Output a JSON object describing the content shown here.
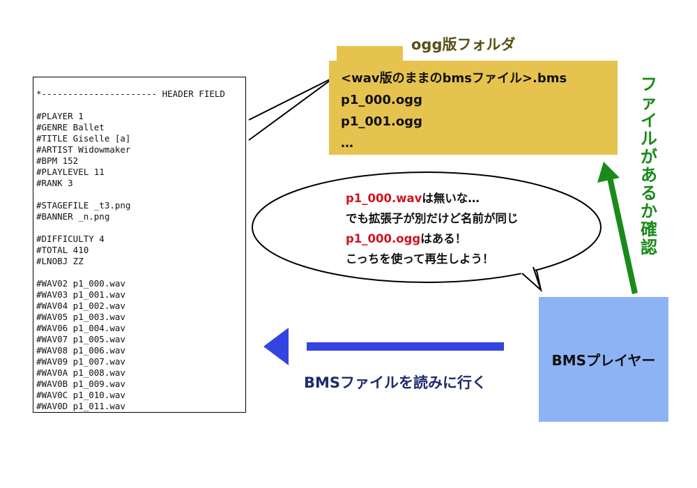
{
  "bms_file": {
    "lines": [
      "*---------------------- HEADER FIELD",
      "",
      "#PLAYER 1",
      "#GENRE Ballet",
      "#TITLE Giselle [a]",
      "#ARTIST Widowmaker",
      "#BPM 152",
      "#PLAYLEVEL 11",
      "#RANK 3",
      "",
      "#STAGEFILE _t3.png",
      "#BANNER _n.png",
      "",
      "#DIFFICULTY 4",
      "#TOTAL 410",
      "#LNOBJ ZZ",
      "",
      "#WAV02 p1_000.wav",
      "#WAV03 p1_001.wav",
      "#WAV04 p1_002.wav",
      "#WAV05 p1_003.wav",
      "#WAV06 p1_004.wav",
      "#WAV07 p1_005.wav",
      "#WAV08 p1_006.wav",
      "#WAV09 p1_007.wav",
      "#WAV0A p1_008.wav",
      "#WAV0B p1_009.wav",
      "#WAV0C p1_010.wav",
      "#WAV0D p1_011.wav"
    ]
  },
  "folder": {
    "title": "ogg版フォルダ",
    "files": [
      "<wav版のままのbmsファイル>.bms",
      "p1_000.ogg",
      "p1_001.ogg",
      "…"
    ]
  },
  "bubble": {
    "line1_red": "p1_000.wav",
    "line1_rest": "は無いな…",
    "line2": "でも拡張子が別だけど名前が同じ",
    "line3_red": "p1_000.ogg",
    "line3_rest": "はある！",
    "line4": "こっちを使って再生しよう！"
  },
  "player": {
    "label": "BMSプレイヤー"
  },
  "arrows": {
    "read_label": "BMSファイルを読みに行く",
    "check_label": "ファイルがあるか確認"
  },
  "colors": {
    "folder": "#e6c34e",
    "player": "#8db3f5",
    "read_arrow": "#3344e0",
    "check_arrow": "#1a8a1a",
    "highlight": "#d0141f"
  }
}
